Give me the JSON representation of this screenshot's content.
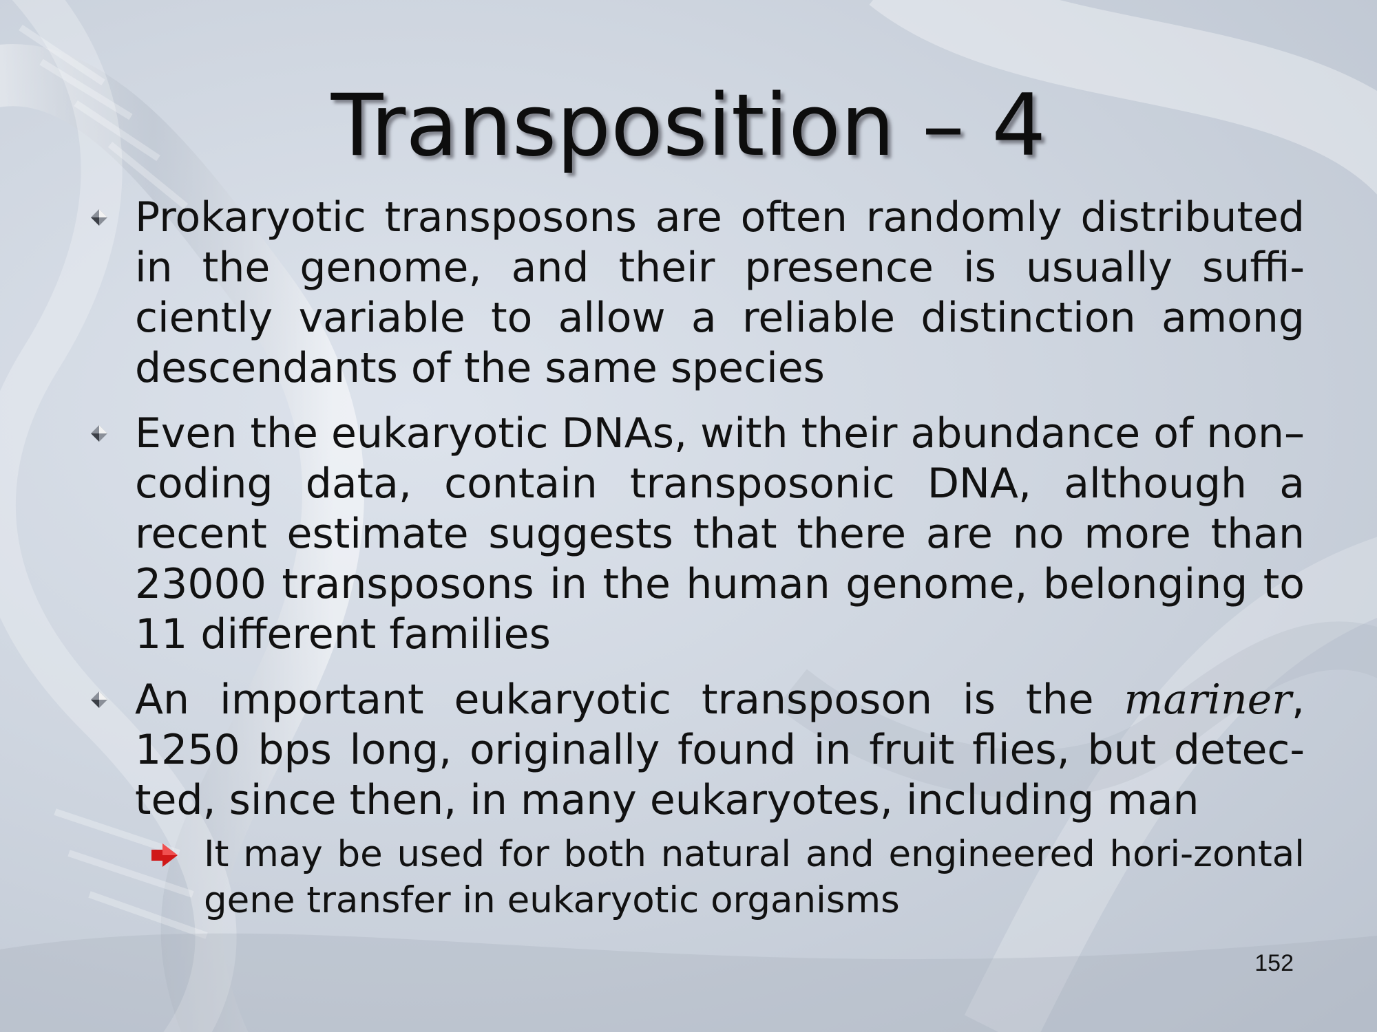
{
  "slide": {
    "title": "Transposition – 4",
    "page_number": "152"
  },
  "bullets": [
    {
      "text": "Prokaryotic transposons are often randomly distributed in the genome, and their presence is usually suffi-ciently variable to allow a reliable distinction among descendants of the same species"
    },
    {
      "text": "Even the eukaryotic DNAs, with their abundance of non–coding data, contain transposonic DNA, although a recent estimate suggests that there are no more than 23000 transposons in the human genome, belonging to 11 different families"
    },
    {
      "text_before": "An important eukaryotic transposon is the ",
      "emphasis": "mariner",
      "text_after": ", 1250 bps long, originally found in fruit flies, but detec-ted, since then, in many eukaryotes, including man",
      "sub_bullets": [
        {
          "text": "It may be used for both natural and engineered hori-zontal gene transfer in eukaryotic organisms"
        }
      ]
    }
  ],
  "icons": {
    "bullet": "diamond-bullet-icon",
    "sub_bullet": "red-arrow-icon"
  },
  "colors": {
    "background": "#cfd6e0",
    "text": "#111111",
    "sub_bullet_arrow": "#d01818"
  }
}
